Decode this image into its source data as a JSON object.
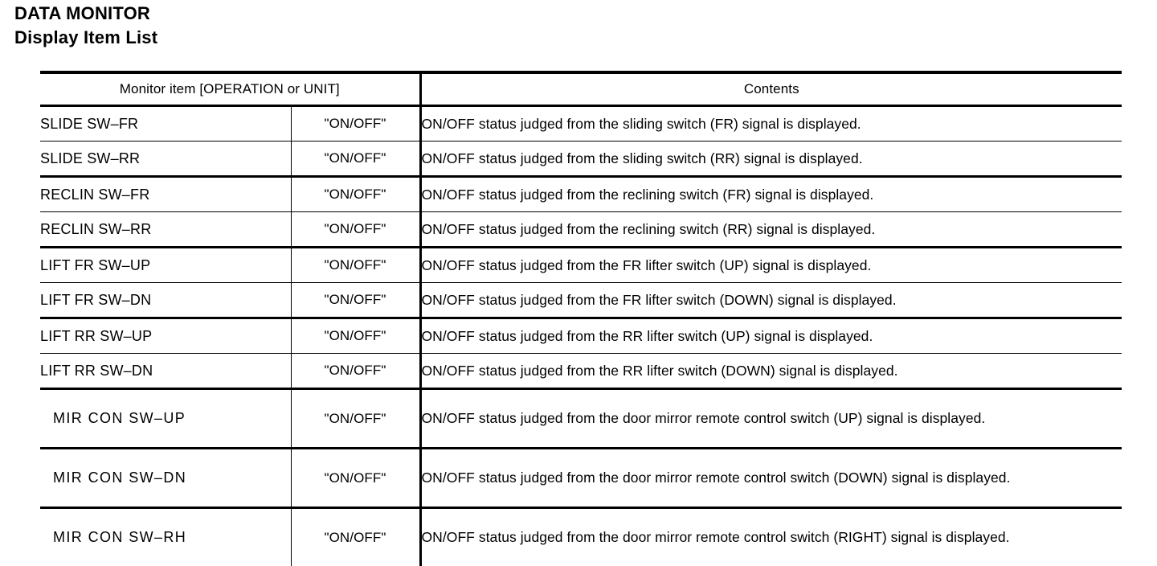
{
  "document": {
    "title_main": "DATA MONITOR",
    "title_sub": "Display Item List"
  },
  "table": {
    "headers": {
      "monitor_item": "Monitor item [OPERATION or UNIT]",
      "contents": "Contents"
    },
    "rows": [
      {
        "item": "SLIDE  SW–FR",
        "unit": "\"ON/OFF\"",
        "contents": "ON/OFF status judged from the sliding switch (FR) signal is displayed."
      },
      {
        "item": "SLIDE  SW–RR",
        "unit": "\"ON/OFF\"",
        "contents": "ON/OFF status judged from the sliding switch (RR) signal is displayed."
      },
      {
        "item": "RECLIN  SW–FR",
        "unit": "\"ON/OFF\"",
        "contents": "ON/OFF status judged from the reclining switch (FR) signal is displayed."
      },
      {
        "item": "RECLIN  SW–RR",
        "unit": "\"ON/OFF\"",
        "contents": "ON/OFF status judged from the reclining switch (RR) signal is displayed."
      },
      {
        "item": "LIFT  FR  SW–UP",
        "unit": "\"ON/OFF\"",
        "contents": "ON/OFF status judged from the FR lifter switch (UP) signal is displayed."
      },
      {
        "item": "LIFT  FR  SW–DN",
        "unit": "\"ON/OFF\"",
        "contents": "ON/OFF status judged from the FR lifter switch (DOWN) signal is displayed."
      },
      {
        "item": "LIFT  RR  SW–UP",
        "unit": "\"ON/OFF\"",
        "contents": "ON/OFF status judged from the RR lifter switch (UP) signal is displayed."
      },
      {
        "item": "LIFT  RR  SW–DN",
        "unit": "\"ON/OFF\"",
        "contents": "ON/OFF status judged from the RR lifter switch (DOWN) signal is displayed."
      },
      {
        "item": "MIR  CON  SW–UP",
        "unit": "\"ON/OFF\"",
        "contents": "ON/OFF status judged from the door mirror remote control switch (UP) signal is displayed."
      },
      {
        "item": "MIR  CON  SW–DN",
        "unit": "\"ON/OFF\"",
        "contents": "ON/OFF status judged from the door mirror remote control switch (DOWN) signal is displayed."
      },
      {
        "item": "MIR  CON  SW–RH",
        "unit": "\"ON/OFF\"",
        "contents": "ON/OFF status judged from the door mirror remote control switch (RIGHT) signal is displayed."
      }
    ]
  },
  "colors": {
    "text": "#000000",
    "background": "#ffffff",
    "rule": "#000000"
  }
}
